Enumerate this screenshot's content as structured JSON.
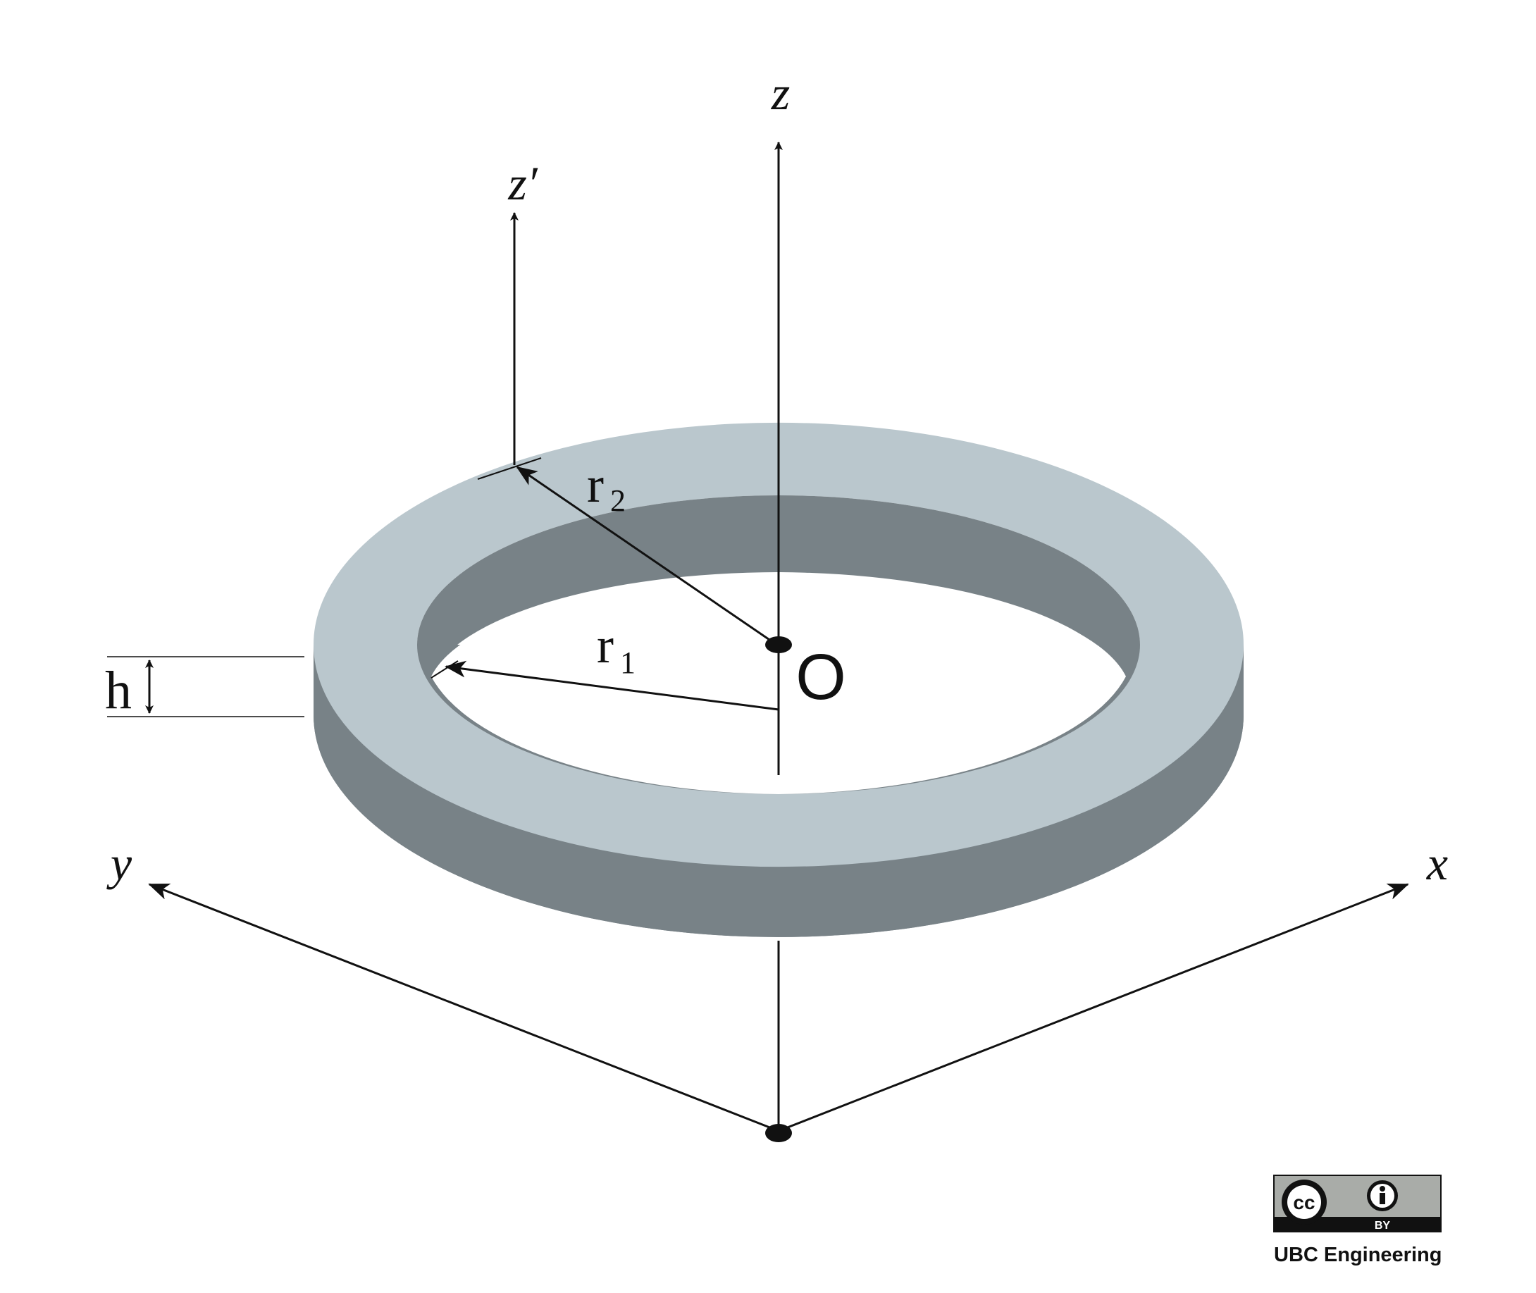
{
  "labels": {
    "z_axis": "z",
    "z_prime_axis": "z′",
    "x_axis": "x",
    "y_axis": "y",
    "origin": "O",
    "r1_main": "r",
    "r1_sub": "1",
    "r2_main": "r",
    "r2_sub": "2",
    "height": "h"
  },
  "license": {
    "cc": "cc",
    "by": "BY",
    "credit": "UBC Engineering"
  },
  "colors": {
    "ring_top": "#bac7cd",
    "ring_side": "#788287",
    "line": "#111111",
    "badge_bg": "#a9aca8",
    "badge_bar": "#111111"
  }
}
